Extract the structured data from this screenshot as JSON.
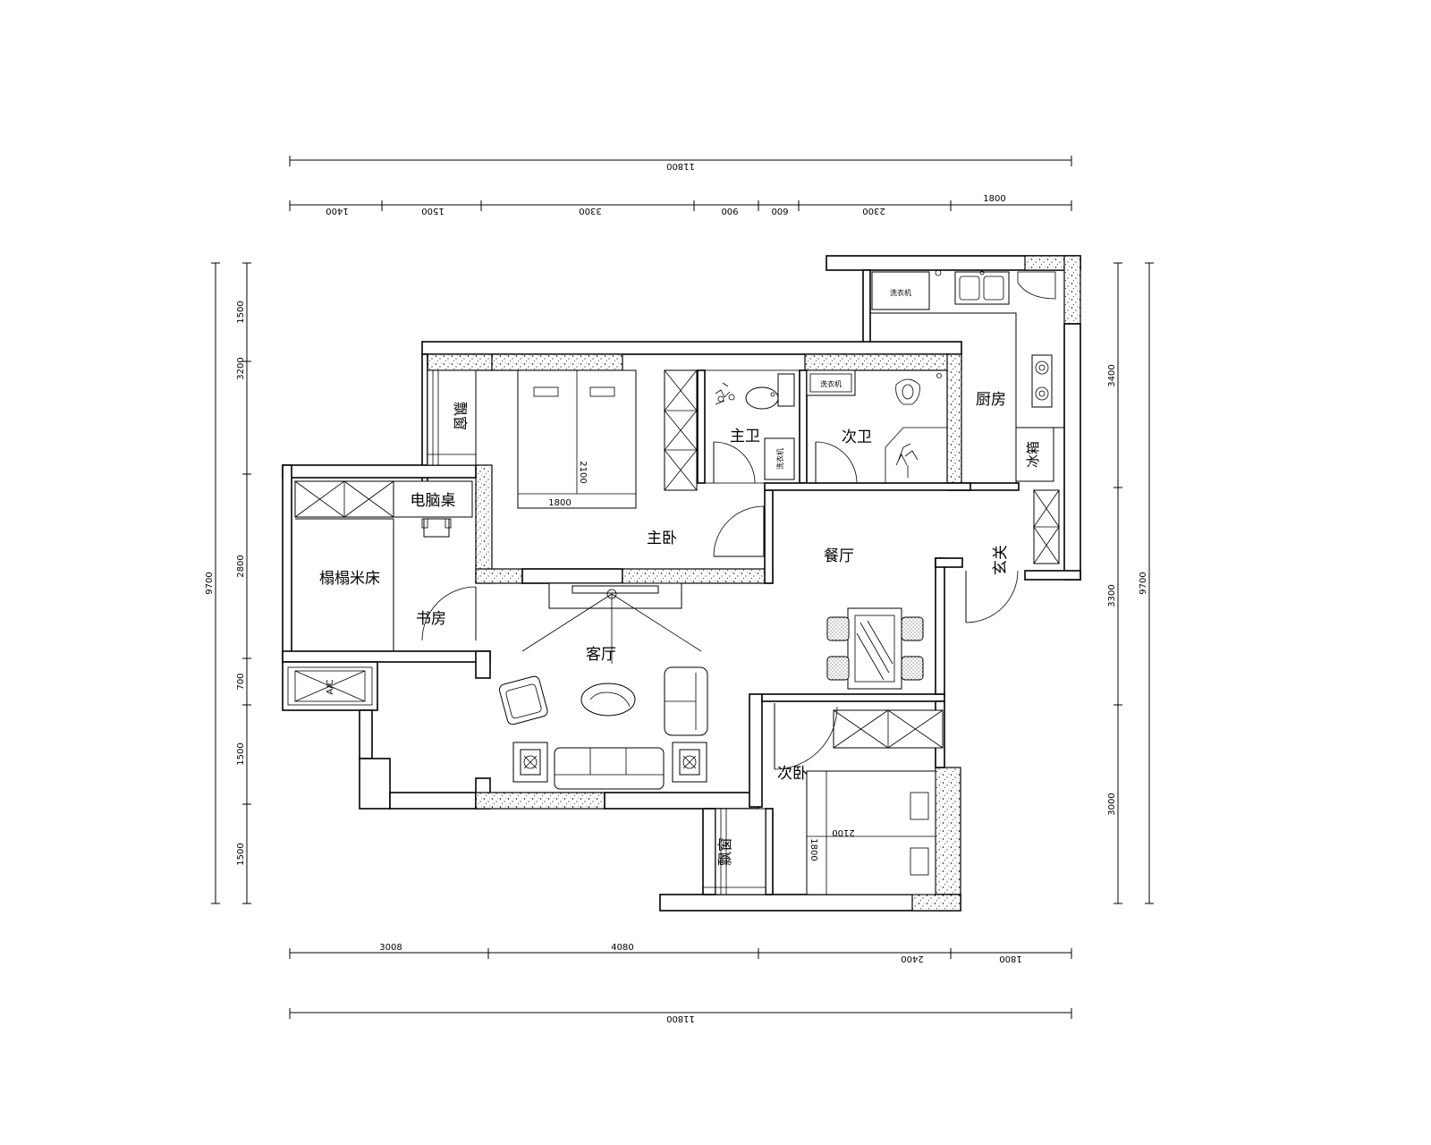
{
  "rooms": {
    "master_bedroom": "主卧",
    "master_bath": "主卫",
    "second_bath": "次卫",
    "kitchen": "厨房",
    "dining": "餐厅",
    "entrance": "玄关",
    "living": "客厅",
    "study": "书房",
    "tatami": "榻榻米床",
    "desk": "电脑桌",
    "second_bedroom": "次卧",
    "bay_window_top": "飘窗",
    "bay_window_bottom": "飘窗",
    "fridge": "冰箱",
    "washer_master": "洗衣机",
    "washer_second": "洗衣机",
    "ac": "A/C"
  },
  "furniture_dims": {
    "master_bed_width": "1800",
    "master_bed_length": "2100",
    "second_bed_width": "1800",
    "second_bed_length": "2100"
  },
  "dimensions": {
    "top_total": "11800",
    "top_segments": [
      "1400",
      "1500",
      "3300",
      "900",
      "600",
      "2300",
      "1800"
    ],
    "bottom_segments": [
      "3008",
      "4080",
      "2400",
      "1800"
    ],
    "bottom_total": "11800",
    "left_segments": [
      "1500",
      "3200",
      "2800",
      "700",
      "1500",
      "1500"
    ],
    "left_total": "9700",
    "right_segments": [
      "3400",
      "3300",
      "3000"
    ],
    "right_total": "9700"
  }
}
